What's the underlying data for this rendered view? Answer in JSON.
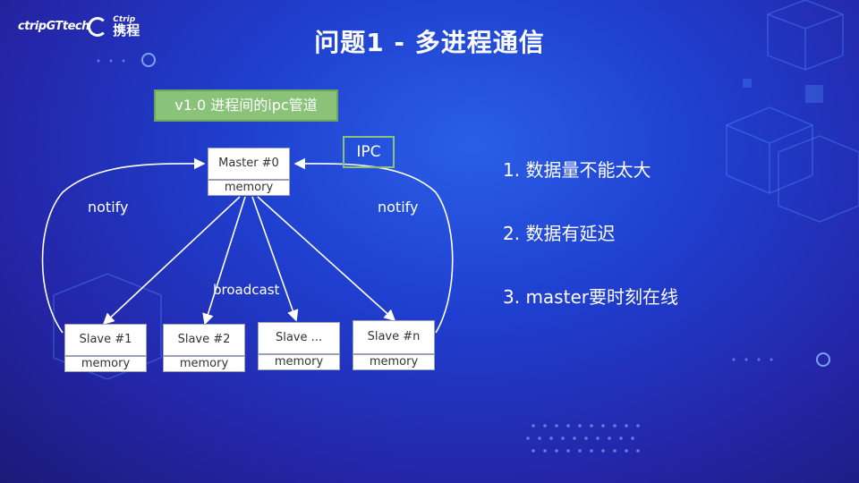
{
  "logos": {
    "left": "ctripGTtech",
    "right": "携程",
    "right_small": "Ctrip"
  },
  "title": "问题1 - 多进程通信",
  "version_tag": "v1.0 进程间的ipc管道",
  "master": {
    "label": "Master #0",
    "memory": "memory"
  },
  "ipc_label": "IPC",
  "notify_left": "notify",
  "notify_right": "notify",
  "broadcast": "broadcast",
  "slaves": [
    {
      "label": "Slave #1",
      "memory": "memory"
    },
    {
      "label": "Slave #2",
      "memory": "memory"
    },
    {
      "label": "Slave ...",
      "memory": "memory"
    },
    {
      "label": "Slave #n",
      "memory": "memory"
    }
  ],
  "points": [
    "1. 数据量不能太大",
    "2. 数据有延迟",
    "3. master要时刻在线"
  ],
  "colors": {
    "accent_green": "#8bc27a",
    "background": "#2a4fdc"
  }
}
